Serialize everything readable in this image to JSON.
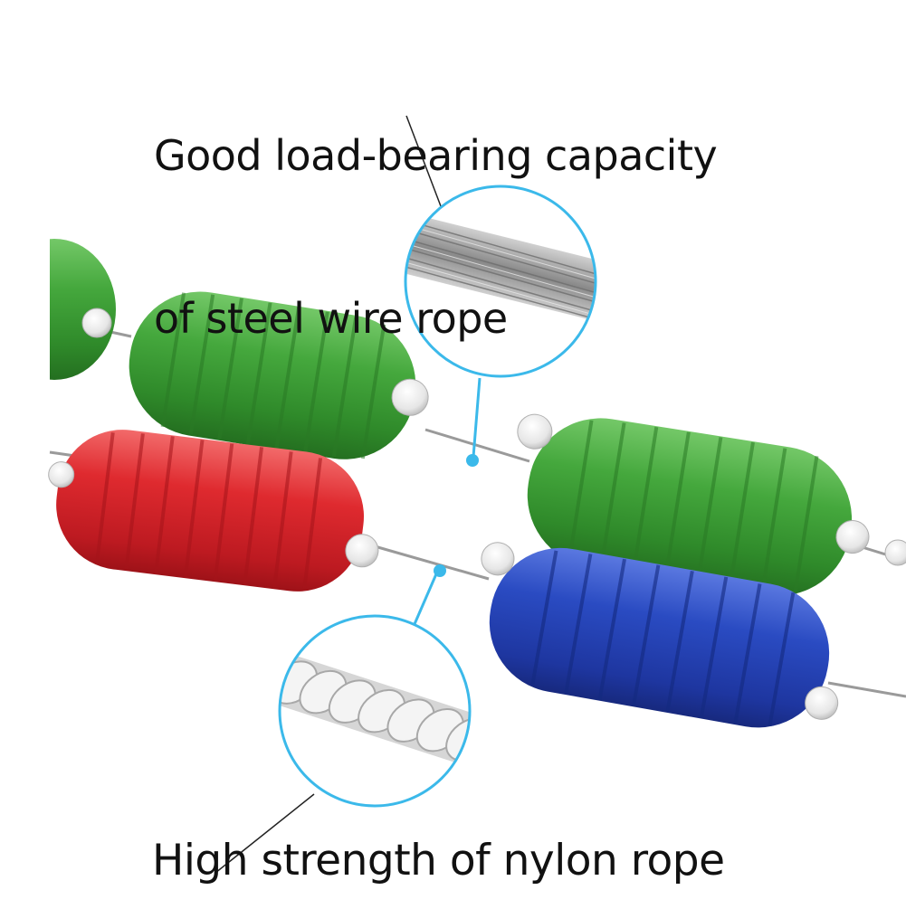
{
  "captions": {
    "steel_wire_line1": "Good load-bearing capacity",
    "steel_wire_line2": "of steel wire rope",
    "nylon_rope": "High strength of nylon rope"
  },
  "colors": {
    "green_float": "#3f9e3a",
    "red_float": "#d9242a",
    "blue_float": "#2341b5",
    "callout_cyan": "#3bb9ea",
    "background": "#ffffff"
  },
  "icons": {
    "steel_detail": "steel-wire-rope-closeup",
    "nylon_detail": "nylon-rope-closeup"
  }
}
